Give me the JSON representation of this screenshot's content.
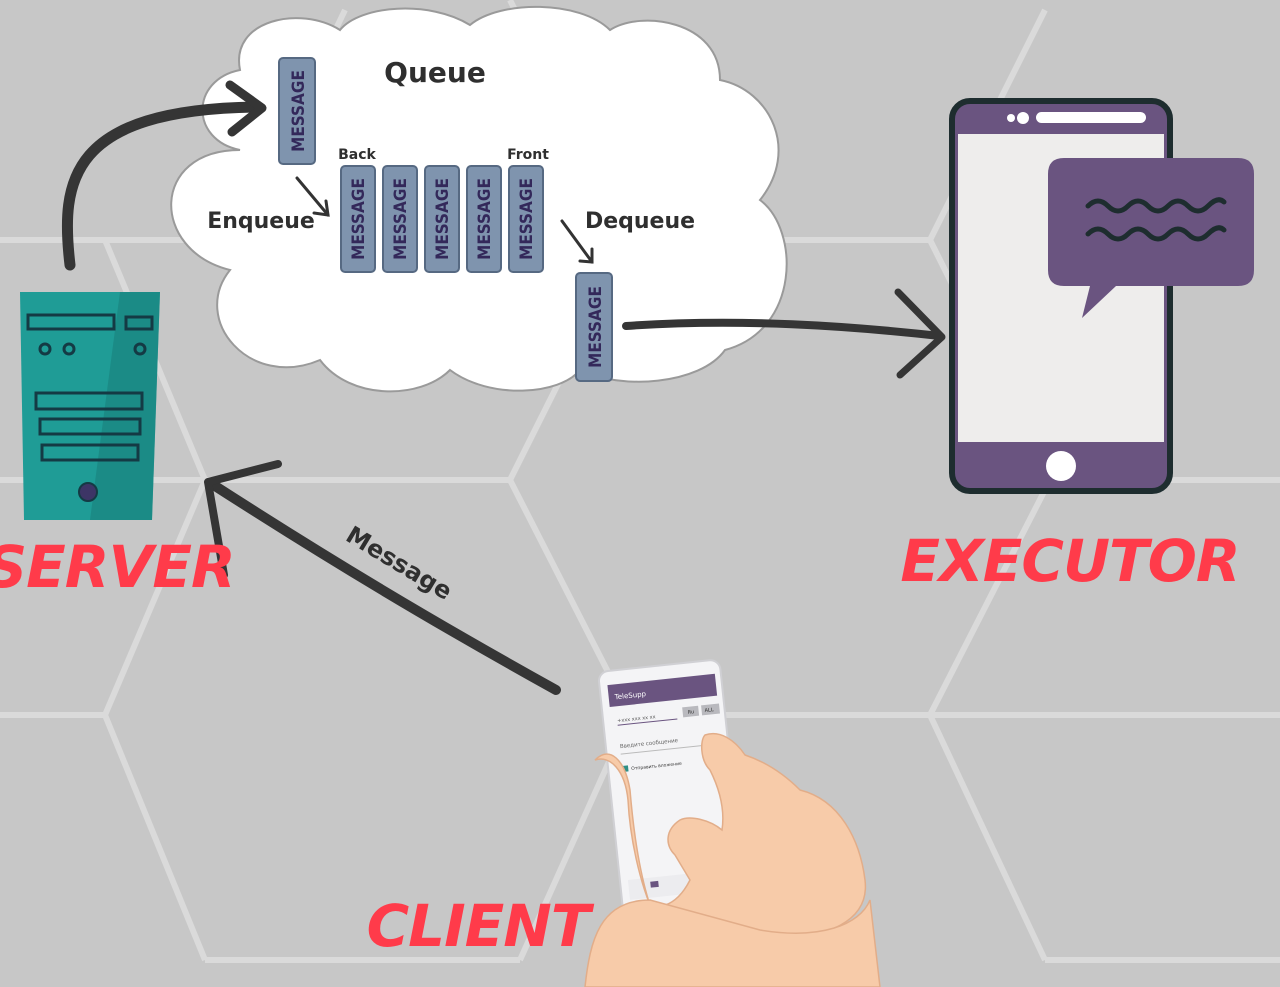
{
  "labels": {
    "queue": "Queue",
    "back": "Back",
    "front": "Front",
    "enqueue": "Enqueue",
    "dequeue": "Dequeue",
    "message_arrow": "Message",
    "server": "SERVER",
    "executor": "EXECUTOR",
    "client": "CLIENT"
  },
  "message_box": "MESSAGE",
  "queue_items": [
    "MESSAGE",
    "MESSAGE",
    "MESSAGE",
    "MESSAGE",
    "MESSAGE"
  ],
  "client_phone": {
    "app_title": "TeleSupp",
    "phone_input": "+xxx xxx xx xx",
    "btn_ru": "Ru",
    "btn_all": "ALL",
    "message_placeholder": "Введите сообщение",
    "checkbox_label": "Отправить вложение"
  },
  "colors": {
    "background": "#c7c7c7",
    "hex_lines": "#d9d9d9",
    "cloud": "#ffffff",
    "message_fill": "#7f94ae",
    "message_text": "#33285a",
    "label_red": "#ff3b4a",
    "server": "#1f9c96",
    "phone_purple": "#6a5480",
    "arrow": "#353535"
  }
}
